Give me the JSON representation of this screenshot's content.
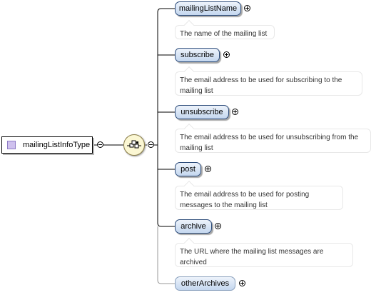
{
  "complex_type": {
    "name": "mailingListInfoType"
  },
  "compositor": {
    "icon": "sequence-icon"
  },
  "elements": [
    {
      "name": "mailingListName",
      "documentation": "The name of the mailing list",
      "optional": false
    },
    {
      "name": "subscribe",
      "documentation": "The email address to be used for subscribing to the mailing list",
      "optional": false
    },
    {
      "name": "unsubscribe",
      "documentation": "The email address to be used for unsubscribing from the mailing list",
      "optional": false
    },
    {
      "name": "post",
      "documentation": "The email address to be used for posting messages to the mailing list",
      "optional": false
    },
    {
      "name": "archive",
      "documentation": "The URL where the mailing list messages are archived",
      "optional": false
    },
    {
      "name": "otherArchives",
      "documentation": "",
      "optional": true
    }
  ],
  "colors": {
    "element_fill_top": "#edf3fb",
    "element_fill_bottom": "#c4d7ef",
    "type_icon": "#cfc1ee",
    "sequence_fill": "#fbf7d3"
  }
}
